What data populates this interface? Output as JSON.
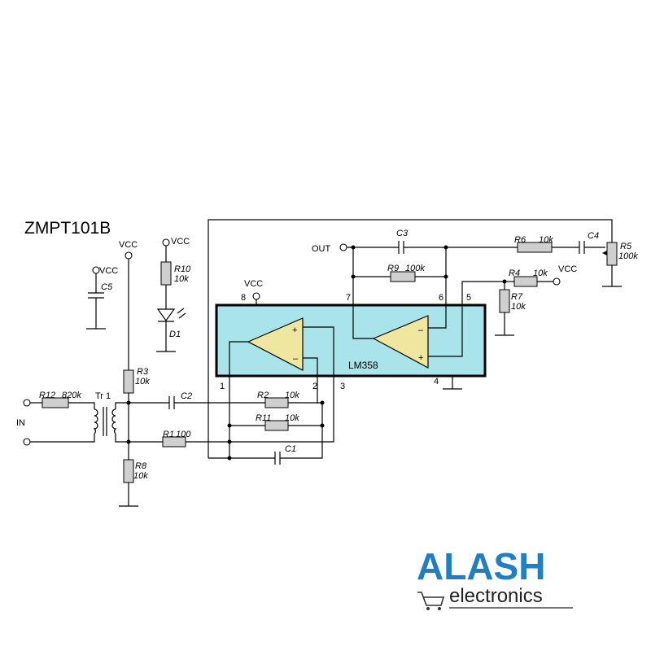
{
  "title": "ZMPT101B",
  "ic_label": "LM358",
  "vcc_label": "VCC",
  "in_label": "IN",
  "out_label": "OUT",
  "transformer": "Tr 1",
  "pins": [
    "1",
    "2",
    "3",
    "4",
    "5",
    "6",
    "7",
    "8"
  ],
  "components": {
    "R1": {
      "name": "R1",
      "value": "100"
    },
    "R2": {
      "name": "R2",
      "value": "10k"
    },
    "R3": {
      "name": "R3",
      "value": "10k"
    },
    "R4": {
      "name": "R4",
      "value": "10k"
    },
    "R5": {
      "name": "R5",
      "value": "100k"
    },
    "R6": {
      "name": "R6",
      "value": "10k"
    },
    "R7": {
      "name": "R7",
      "value": "10k"
    },
    "R8": {
      "name": "R8",
      "value": "10k"
    },
    "R9": {
      "name": "R9",
      "value": "100k"
    },
    "R10": {
      "name": "R10",
      "value": "10k"
    },
    "R11": {
      "name": "R11",
      "value": "10k"
    },
    "R12": {
      "name": "R12",
      "value": "820k"
    },
    "C1": "C1",
    "C2": "C2",
    "C3": "C3",
    "C4": "C4",
    "C5": "C5",
    "D1": "D1"
  },
  "logo": {
    "brand": "ALASH",
    "sub": "electronics",
    "brand_color": "#1f7fc4",
    "icon": "shopping-cart-icon"
  },
  "colors": {
    "ic_fill": "#a8e4ea",
    "opamp_fill": "#efe7a0",
    "resistor_fill": "#cfcfcf"
  }
}
